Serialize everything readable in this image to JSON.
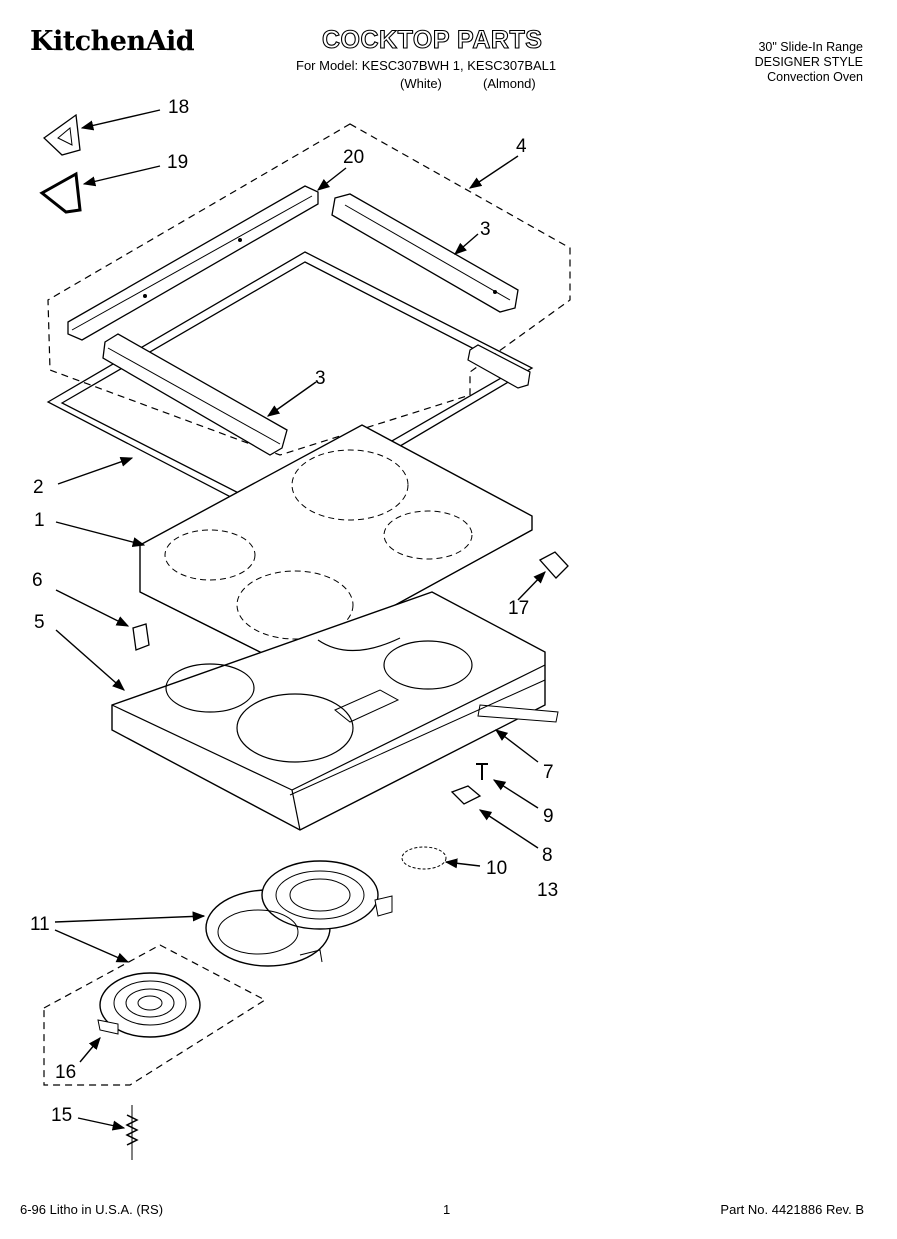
{
  "header": {
    "brand": "KitchenAid",
    "title": "COCKTOP PARTS",
    "model_line": "For Model: KESC307BWH 1, KESC307BAL1",
    "color_white": "(White)",
    "color_almond": "(Almond)",
    "range_type": "30\" Slide-In Range",
    "style": "DESIGNER STYLE",
    "oven": "Convection Oven"
  },
  "callouts": [
    "18",
    "19",
    "20",
    "4",
    "3",
    "3",
    "2",
    "1",
    "6",
    "5",
    "17",
    "7",
    "9",
    "8",
    "10",
    "13",
    "11",
    "16",
    "15"
  ],
  "footer": {
    "litho": "6-96 Litho in U.S.A. (RS)",
    "page": "1",
    "part_no": "Part No. 4421886 Rev. B"
  }
}
